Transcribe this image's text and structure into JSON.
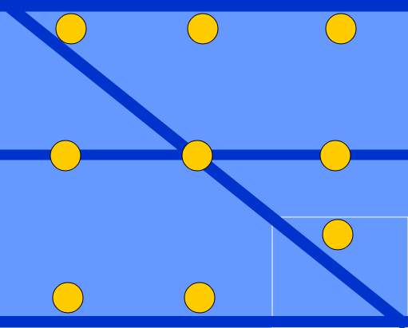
{
  "colors": {
    "background": "#6699ff",
    "line": "#0033cc",
    "dot_fill": "#ffcc00",
    "dot_stroke": "#000000",
    "highlight_border": "#ffffff"
  },
  "dots": [
    {
      "id": "top-left"
    },
    {
      "id": "top-center"
    },
    {
      "id": "top-right"
    },
    {
      "id": "middle-left"
    },
    {
      "id": "middle-center"
    },
    {
      "id": "middle-right"
    },
    {
      "id": "lower-right"
    },
    {
      "id": "bottom-left"
    },
    {
      "id": "bottom-center"
    }
  ]
}
